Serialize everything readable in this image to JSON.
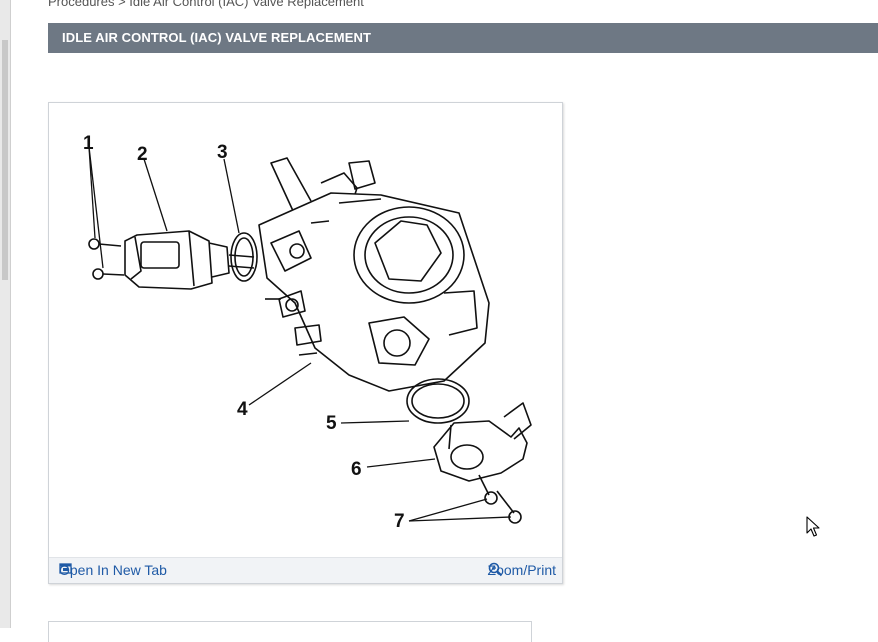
{
  "breadcrumb": "Procedures > Idle Air Control (IAC) Valve Replacement",
  "section": {
    "title": "IDLE AIR CONTROL (IAC) VALVE REPLACEMENT"
  },
  "figure": {
    "callouts": [
      "1",
      "2",
      "3",
      "4",
      "5",
      "6",
      "7"
    ],
    "open_new_tab_label": "Open In New Tab",
    "zoom_print_label": "Zoom/Print",
    "open_icon": "open-in-new-tab-icon",
    "zoom_icon": "magnifier-zoom-icon"
  },
  "colors": {
    "header_bg": "#6e7884",
    "link": "#1f5aa6",
    "toolbar_bg": "#f1f3f6"
  }
}
